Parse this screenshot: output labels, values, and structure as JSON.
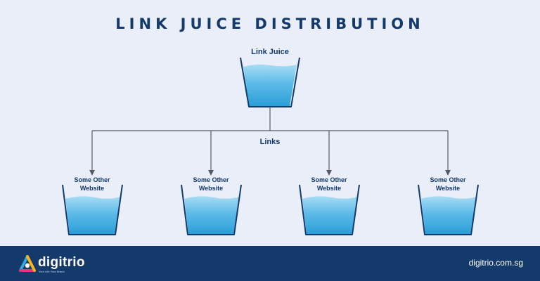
{
  "title": "LINK JUICE DISTRIBUTION",
  "diagram": {
    "source_label": "Link Juice",
    "links_label": "Links",
    "targets": [
      {
        "line1": "Some Other",
        "line2": "Website"
      },
      {
        "line1": "Some Other",
        "line2": "Website"
      },
      {
        "line1": "Some Other",
        "line2": "Website"
      },
      {
        "line1": "Some Other",
        "line2": "Website"
      }
    ]
  },
  "footer": {
    "brand": "digitrio",
    "tagline": "Your Life Your Brand",
    "url": "digitrio.com.sg"
  },
  "colors": {
    "title": "#143a6b",
    "background": "#e9eef8",
    "footer": "#143a6b",
    "water_top": "#8fd0f0",
    "water_bottom": "#2a9fd8"
  }
}
